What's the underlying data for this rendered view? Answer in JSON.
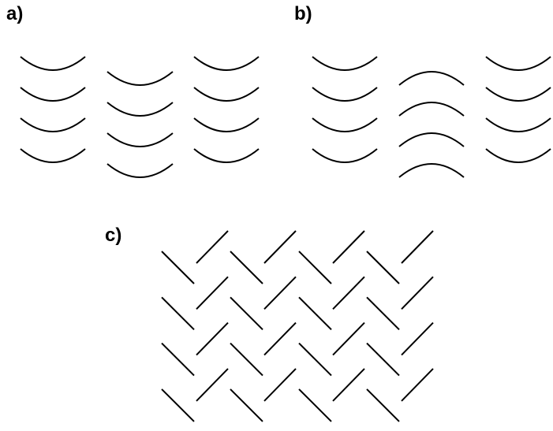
{
  "panels": {
    "a": {
      "label": "a)"
    },
    "b": {
      "label": "b)"
    },
    "c": {
      "label": "c)"
    }
  },
  "colors": {
    "stroke": "#000000",
    "background": "#ffffff"
  }
}
